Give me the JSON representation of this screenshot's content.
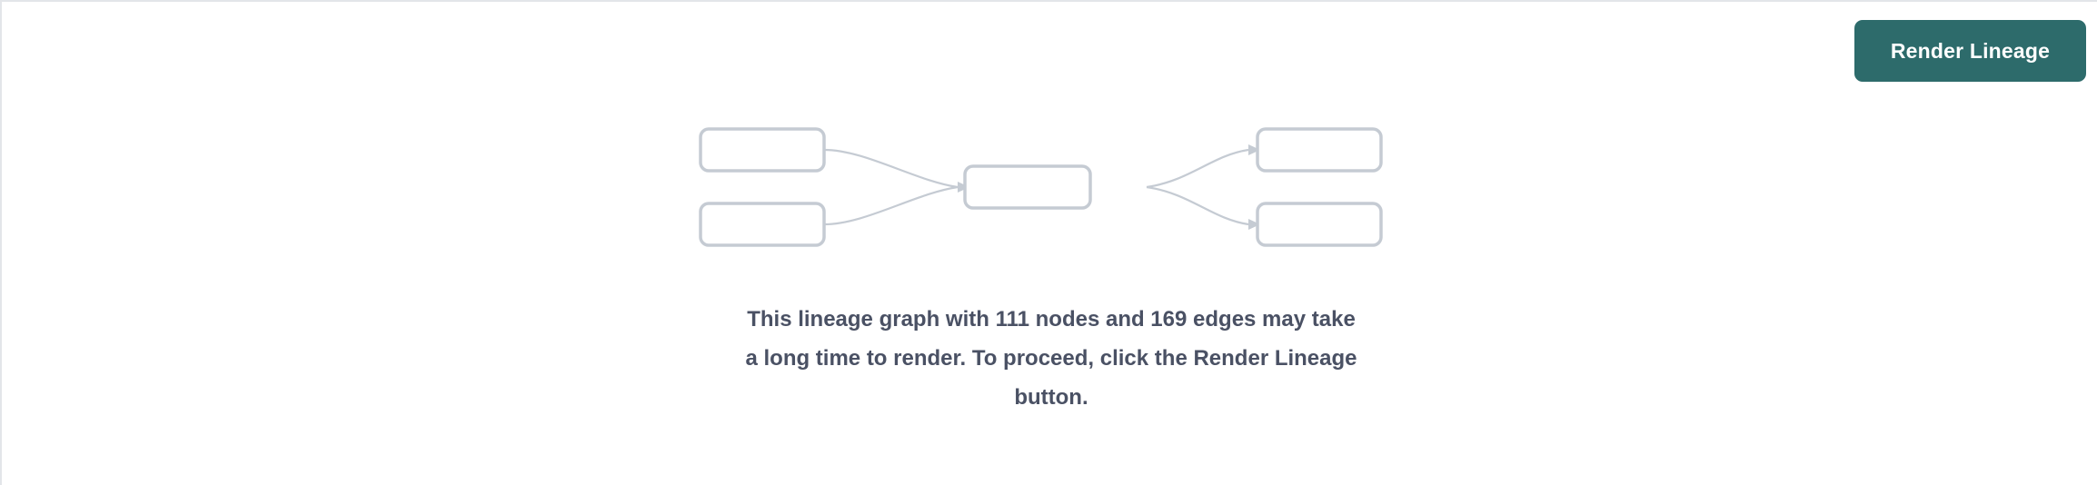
{
  "theme": {
    "page_background": "#ffffff",
    "border_color": "#e3e5e9",
    "accent_color": "#2d6b6b",
    "node_border_color": "#c5cbd3",
    "text_color": "#4a5164"
  },
  "toolbar": {
    "render_lineage_label": "Render Lineage"
  },
  "graph_placeholder": {
    "node_count_visible": 5,
    "nodes": [
      {
        "id": "left-top",
        "label": ""
      },
      {
        "id": "left-bottom",
        "label": ""
      },
      {
        "id": "center",
        "label": ""
      },
      {
        "id": "right-top",
        "label": ""
      },
      {
        "id": "right-bottom",
        "label": ""
      }
    ],
    "edges": [
      {
        "from": "left-top",
        "to": "center"
      },
      {
        "from": "left-bottom",
        "to": "center"
      },
      {
        "from": "center",
        "to": "right-top"
      },
      {
        "from": "center",
        "to": "right-bottom"
      }
    ]
  },
  "message": {
    "line1": "This lineage graph with 111 nodes and 169 edges may take",
    "line2": "a long time to render. To proceed, click the Render Lineage",
    "line3": "button.",
    "node_count": "111",
    "edge_count": "169"
  }
}
